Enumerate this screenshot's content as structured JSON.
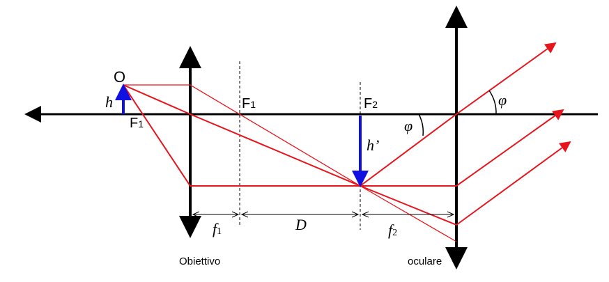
{
  "labels": {
    "object": "O",
    "h": "h",
    "f1_left": "F",
    "f1_left_sub": "1",
    "f1_right": "F",
    "f1_right_sub": "1",
    "f2": "F",
    "f2_sub": "2",
    "h_prime": "h’",
    "phi_left": "φ",
    "phi_right": "φ",
    "dim_f1": "f",
    "dim_f1_sub": "1",
    "dim_D": "D",
    "dim_f2": "f",
    "dim_f2_sub": "2",
    "objective": "Obiettivo",
    "eyepiece": "oculare"
  },
  "colors": {
    "ray": "#e8141b",
    "arrow": "#1010e0",
    "line": "#000000"
  }
}
